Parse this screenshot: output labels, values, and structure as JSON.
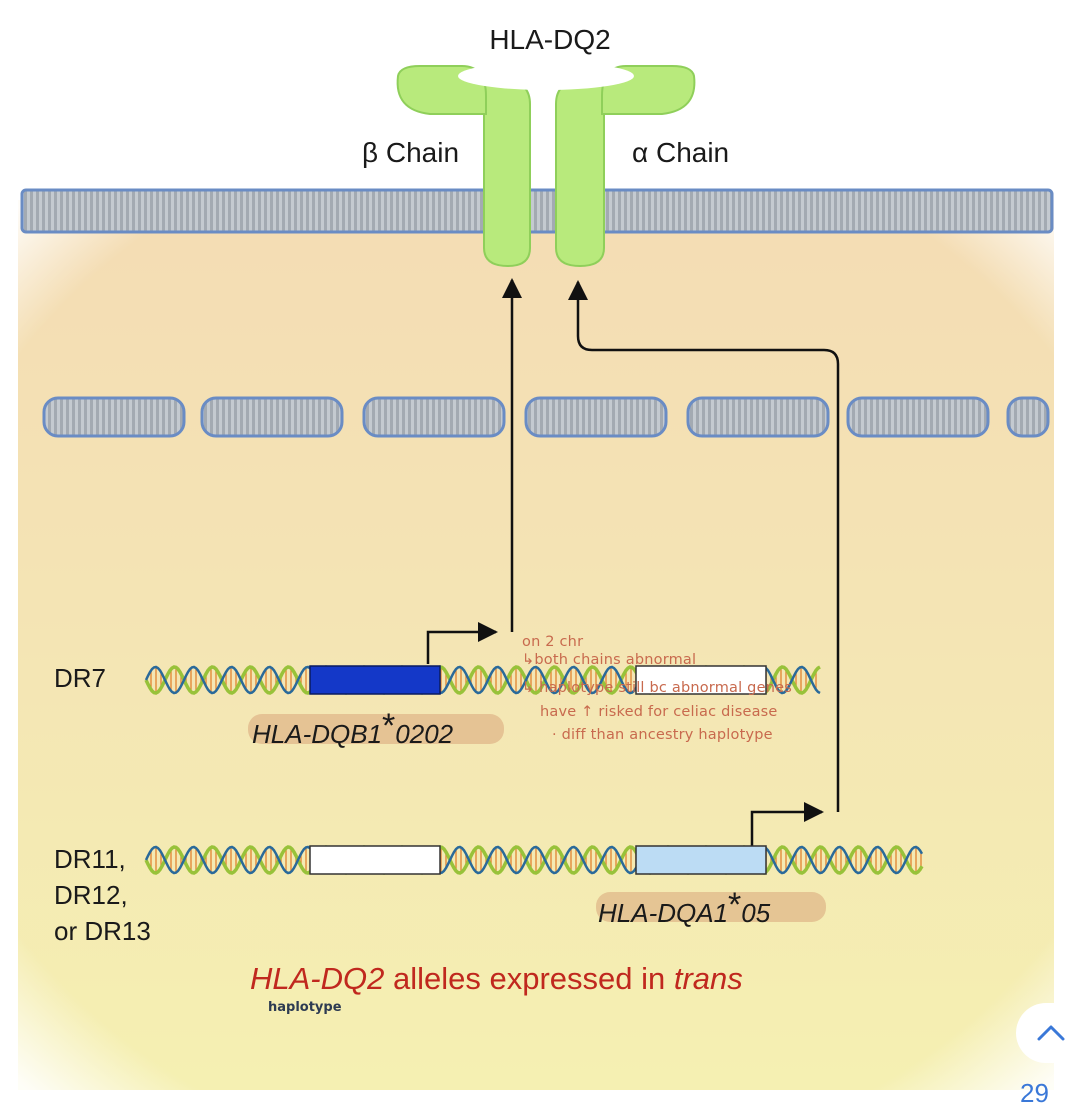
{
  "diagram": {
    "title": "HLA-DQ2",
    "beta_label": "β Chain",
    "alpha_label": "α Chain",
    "dr7_label": "DR7",
    "dr11_label": "DR11,",
    "dr12_label": "DR12,",
    "dr13_label": "or DR13",
    "gene_dqb1": "HLA-DQB1",
    "gene_dqb1_allele": "0202",
    "gene_dqa1": "HLA-DQA1",
    "gene_dqa1_allele": "05",
    "asterisk": "*",
    "caption_gene": "HLA-DQ2",
    "caption_middle": " alleles expressed in ",
    "caption_trans": "trans",
    "colors": {
      "beta_gene": "#1438c8",
      "alpha_gene": "#bcdcf4",
      "receptor": "#b8ea7c",
      "caption": "#c0281e"
    }
  },
  "annotations": {
    "note1": "on 2 chr",
    "note2": "↳both chains abnormal",
    "note3": "↳ haplotype still bc abnormal genes",
    "note4": "have ↑ risked for celiac disease",
    "note5": "· diff than ancestry haplotype",
    "haplotype": "haplotype"
  },
  "pager": {
    "page": "29",
    "up_icon": "chevron-up-icon"
  }
}
